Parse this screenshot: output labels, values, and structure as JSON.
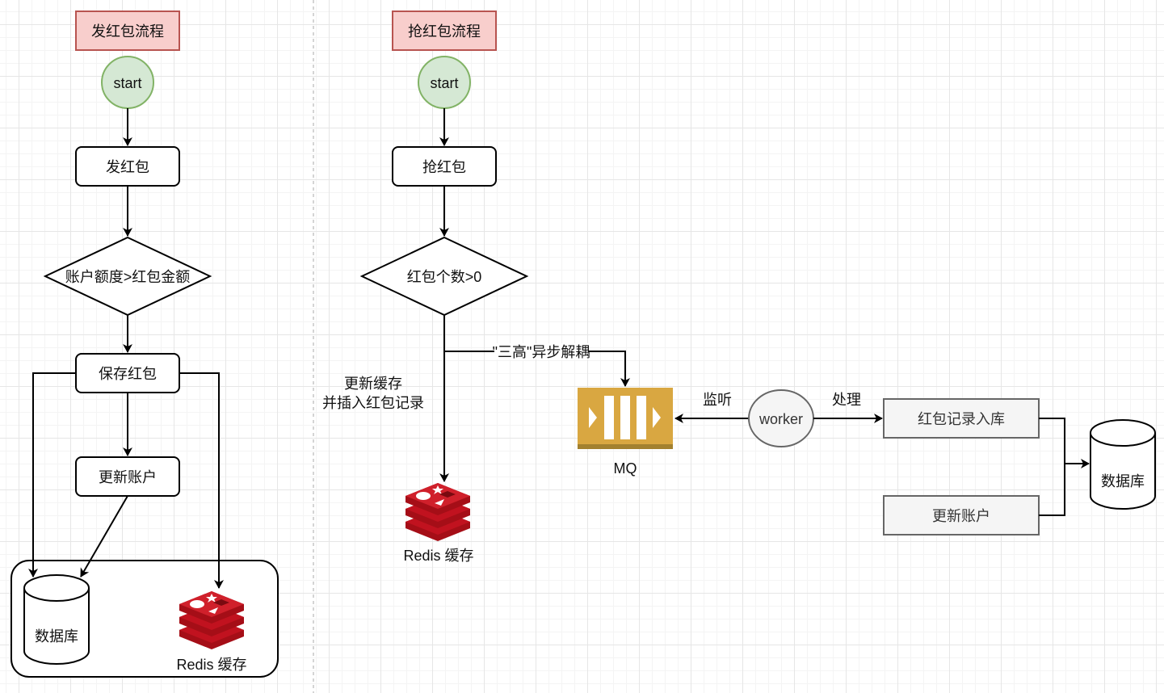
{
  "colors": {
    "title_fill": "#f8cecc",
    "title_stroke": "#b85450",
    "start_fill": "#d5e8d4",
    "start_stroke": "#82b366",
    "worker_fill": "#f5f5f5",
    "worker_stroke": "#666666",
    "mq_fill": "#d9a741",
    "mq_base": "#a3812f",
    "redis_red": "#c1121f",
    "process_gray_fill": "#f5f5f5",
    "process_gray_stroke": "#666666"
  },
  "send_flow": {
    "title": "发红包流程",
    "start": "start",
    "step_send": "发红包",
    "decision": "账户额度>红包金额",
    "step_save": "保存红包",
    "step_update_account": "更新账户",
    "database": "数据库",
    "redis": "Redis 缓存"
  },
  "grab_flow": {
    "title": "抢红包流程",
    "start": "start",
    "step_grab": "抢红包",
    "decision": "红包个数>0",
    "edge_async_label": "\"三高\"异步解耦",
    "edge_cache_label_line1": "更新缓存",
    "edge_cache_label_line2": "并插入红包记录",
    "redis": "Redis 缓存",
    "mq": "MQ",
    "listen_label": "监听",
    "worker": "worker",
    "process_label": "处理",
    "step_record_insert": "红包记录入库",
    "step_update_account": "更新账户",
    "database": "数据库"
  }
}
